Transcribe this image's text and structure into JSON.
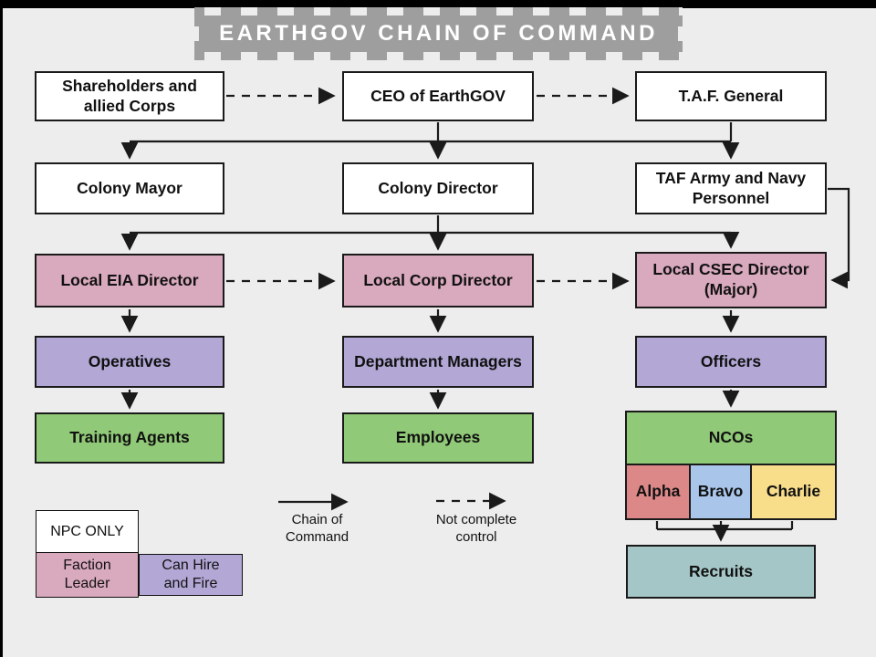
{
  "title": {
    "banner": "EARTHGOV CHAIN OF COMMAND"
  },
  "nodes": {
    "shareholders": "Shareholders and allied Corps",
    "ceo": "CEO of EarthGOV",
    "taf_general": "T.A.F. General",
    "colony_mayor": "Colony Mayor",
    "colony_director": "Colony Director",
    "taf_army": "TAF Army and Navy Personnel",
    "eia_director": "Local EIA Director",
    "corp_director": "Local Corp Director",
    "csec_director": "Local CSEC Director (Major)",
    "operatives": "Operatives",
    "dept_managers": "Department Managers",
    "officers": "Officers",
    "training_agents": "Training Agents",
    "employees": "Employees",
    "ncos": "NCOs",
    "alpha": "Alpha",
    "bravo": "Bravo",
    "charlie": "Charlie",
    "recruits": "Recruits"
  },
  "legend": {
    "npc_only": "NPC ONLY",
    "faction_leader": "Faction Leader",
    "can_hire_and_fire": "Can Hire and Fire",
    "solid_arrow_label": "Chain of Command",
    "dashed_arrow_label": "Not complete control"
  },
  "colors": {
    "background": "#ededed",
    "banner_gray": "#9e9e9e",
    "box_border": "#1a1a1a",
    "npc_white": "#ffffff",
    "faction_leader_pink": "#d9a9bd",
    "can_hire_purple": "#b2a7d5",
    "npc_green": "#90c977",
    "alpha_red": "#dd8888",
    "bravo_blue": "#a9c6ea",
    "charlie_yellow": "#f8dd8b",
    "recruits_teal": "#a5c6c7"
  }
}
